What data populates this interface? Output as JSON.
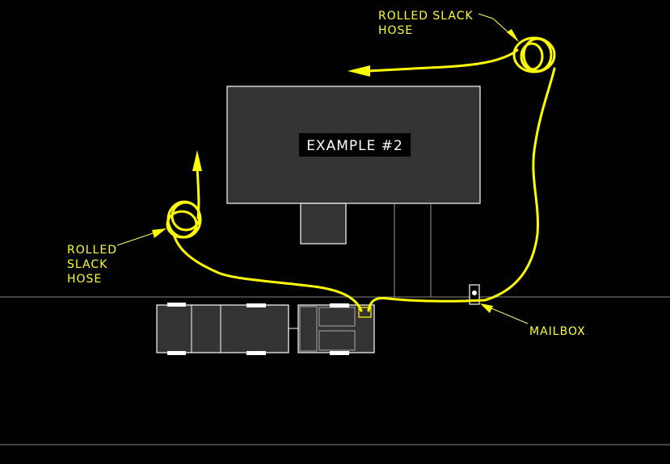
{
  "title": "EXAMPLE #2",
  "labels": {
    "hose_top": [
      "ROLLED SLACK",
      "HOSE"
    ],
    "hose_left": [
      "ROLLED",
      "SLACK",
      "HOSE"
    ],
    "mailbox": "MAILBOX"
  },
  "colors": {
    "background": "#000000",
    "hose": "#ffff00",
    "fill": "#333333",
    "outline": "#ffffff"
  }
}
